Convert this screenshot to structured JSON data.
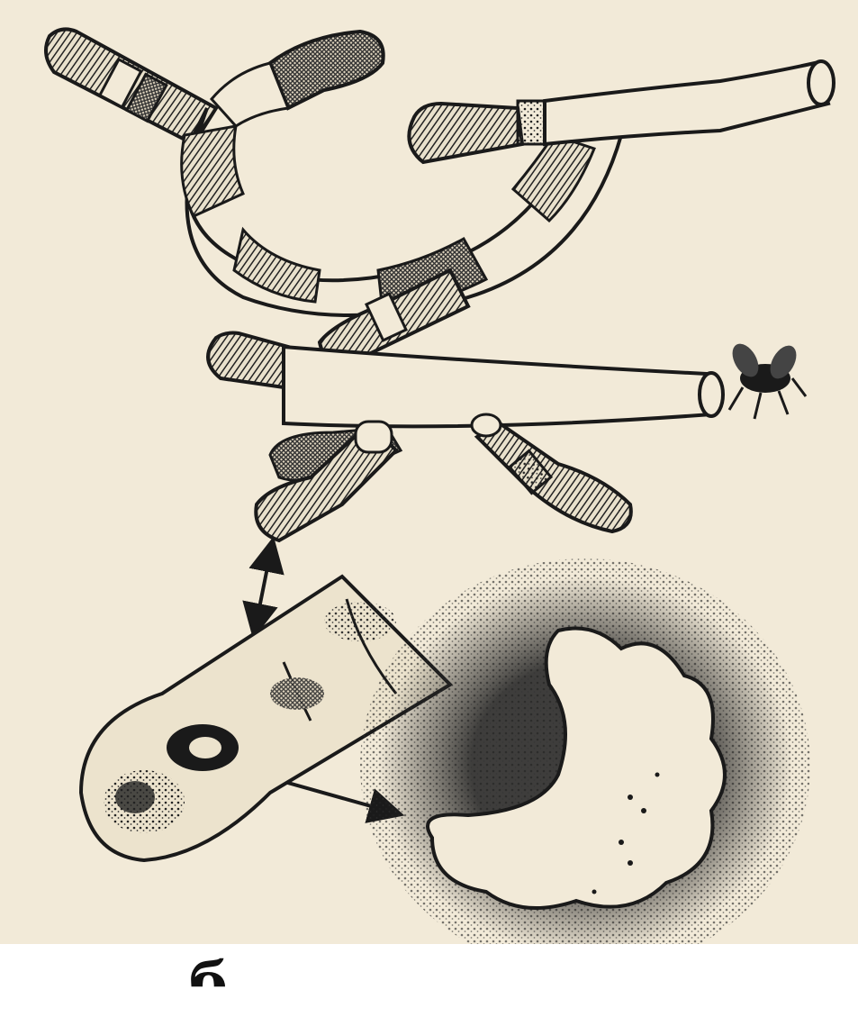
{
  "figure": {
    "caption_fragment": "б",
    "parts": [
      "worm-top-left",
      "worm-top-right",
      "worm-middle-hollow",
      "fly",
      "fingertip",
      "skin-lesion",
      "arrow-worm-finger",
      "arrow-finger-lesion"
    ]
  },
  "colors": {
    "paper": "#f2ead8",
    "ink": "#1a1a1a",
    "hatch": "#2a2a2a"
  }
}
